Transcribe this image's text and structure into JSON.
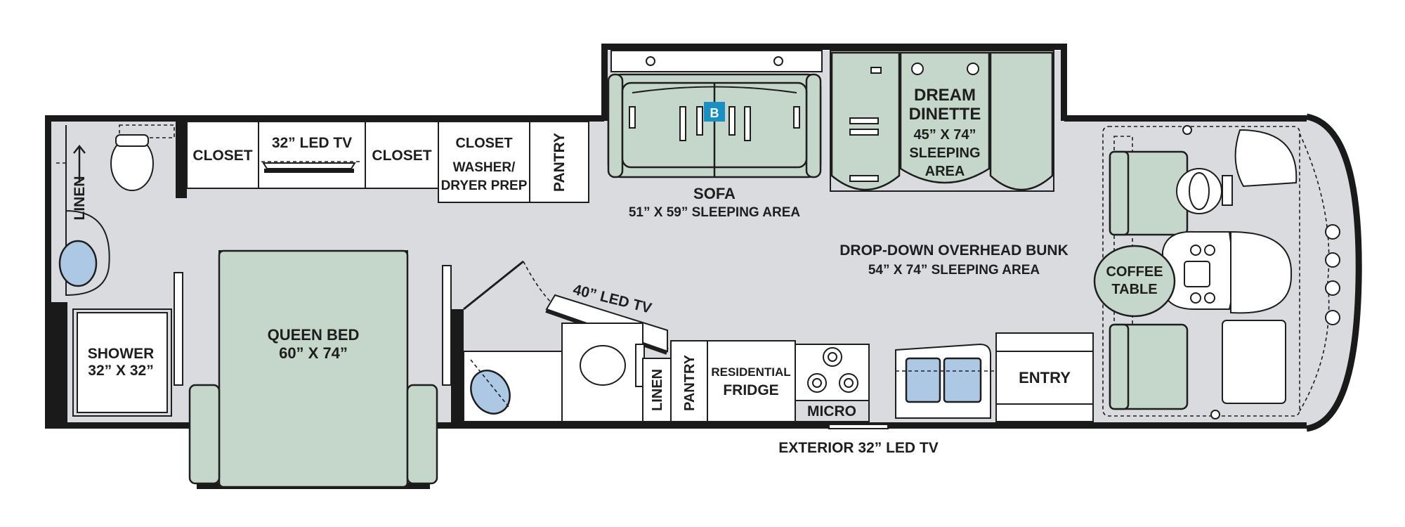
{
  "labels": {
    "closet_left": "CLOSET",
    "led_tv_32": "32” LED TV",
    "closet_mid": "CLOSET",
    "closet_washer": "CLOSET",
    "washer_line1": "WASHER/",
    "washer_line2": "DRYER PREP",
    "pantry_top": "PANTRY",
    "linen_left": "LINEN",
    "sofa": "SOFA",
    "sofa_sleeping": "51” X 59” SLEEPING AREA",
    "dinette_line1": "DREAM",
    "dinette_line2": "DINETTE",
    "dinette_line3": "45” X 74”",
    "dinette_line4": "SLEEPING",
    "dinette_line5": "AREA",
    "bunk_line1": "DROP-DOWN OVERHEAD BUNK",
    "bunk_line2": "54” X 74” SLEEPING AREA",
    "coffee_line1": "COFFEE",
    "coffee_line2": "TABLE",
    "shower_line1": "SHOWER",
    "shower_line2": "32” X 32”",
    "bed_line1": "QUEEN BED",
    "bed_line2": "60” X 74”",
    "led_tv_40": "40” LED TV",
    "linen_bath": "LINEN",
    "pantry_kitchen": "PANTRY",
    "fridge_line1": "RESIDENTIAL",
    "fridge_line2": "FRIDGE",
    "micro": "MICRO",
    "entry": "ENTRY",
    "exterior_tv": "EXTERIOR 32” LED TV",
    "badge": "B"
  },
  "colors": {
    "floor": "#d9dbde",
    "wall": "#1a1a1a",
    "furniture": "#c5d6cb",
    "water": "#adc8e4",
    "badge": "#1a8fc1"
  }
}
